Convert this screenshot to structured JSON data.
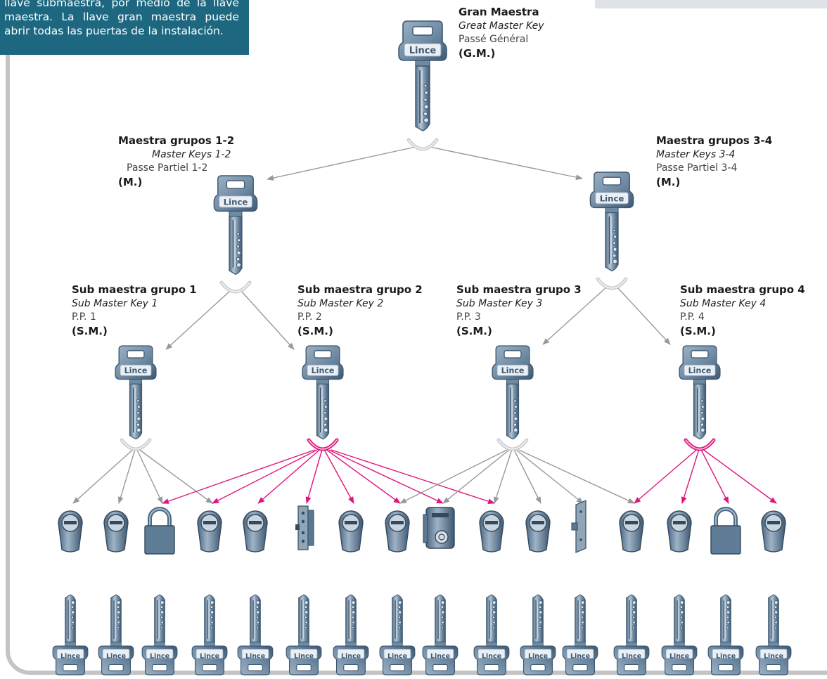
{
  "description": "llave submaestra, por medio de la llave maestra. La llave gran maestra puede abrir todas las puertas de la instalación.",
  "brand": "Lince",
  "colors": {
    "description_box": "#1d6880",
    "gray_arrow": "#999999",
    "pink_arrow": "#e0157e",
    "key_body": "#6f8aa3",
    "key_dark": "#3d5870"
  },
  "levels": {
    "gm": {
      "title": "Gran Maestra",
      "en": "Great Master Key",
      "fr": "Passé Général",
      "code": "(G.M.)"
    },
    "masters": [
      {
        "title": "Maestra grupos 1-2",
        "en": "Master Keys 1-2",
        "fr": "Passe Partiel 1-2",
        "code": "(M.)"
      },
      {
        "title": "Maestra grupos 3-4",
        "en": "Master Keys 3-4",
        "fr": "Passe Partiel 3-4",
        "code": "(M.)"
      }
    ],
    "subs": [
      {
        "title": "Sub maestra grupo 1",
        "en": "Sub Master Key 1",
        "fr": "P.P. 1",
        "code": "(S.M.)"
      },
      {
        "title": "Sub maestra grupo 2",
        "en": "Sub Master Key 2",
        "fr": "P.P. 2",
        "code": "(S.M.)"
      },
      {
        "title": "Sub maestra grupo 3",
        "en": "Sub Master Key 3",
        "fr": "P.P. 3",
        "code": "(S.M.)"
      },
      {
        "title": "Sub maestra grupo 4",
        "en": "Sub Master Key 4",
        "fr": "P.P. 4",
        "code": "(S.M.)"
      }
    ]
  },
  "locks": [
    "cylinder",
    "cylinder",
    "padlock",
    "cylinder",
    "cylinder",
    "mortise-lock",
    "cylinder",
    "cylinder",
    "rim-lock",
    "cylinder",
    "cylinder",
    "side-lock",
    "cylinder",
    "cylinder",
    "padlock",
    "cylinder"
  ],
  "sub_lock_links": [
    {
      "sub": 0,
      "locks": [
        0,
        1,
        2,
        3
      ],
      "color": "gray"
    },
    {
      "sub": 1,
      "locks": [
        2,
        3,
        4,
        5,
        6,
        7,
        8,
        9
      ],
      "color": "pink"
    },
    {
      "sub": 2,
      "locks": [
        7,
        8,
        9,
        10,
        11,
        12
      ],
      "color": "gray"
    },
    {
      "sub": 3,
      "locks": [
        12,
        13,
        14,
        15
      ],
      "color": "pink"
    }
  ],
  "individual_keys_count": 16
}
